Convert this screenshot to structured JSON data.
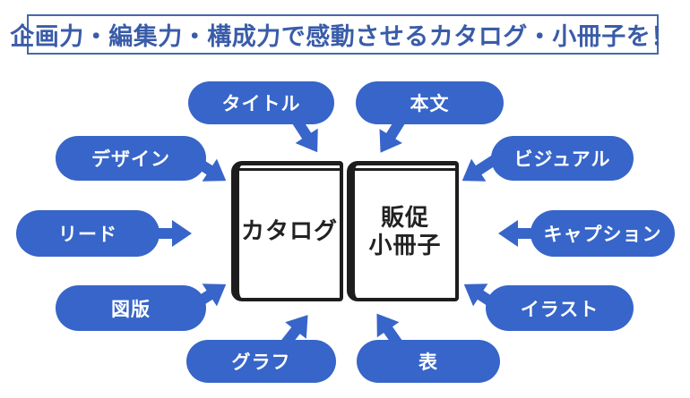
{
  "header": {
    "title": "企画力・編集力・構成力で感動させるカタログ・小冊子を！"
  },
  "books": {
    "catalog": {
      "label": "カタログ"
    },
    "booklet": {
      "label_line1": "販促",
      "label_line2": "小冊子"
    }
  },
  "labels": {
    "title": {
      "text": "タイトル"
    },
    "body": {
      "text": "本文"
    },
    "design": {
      "text": "デザイン"
    },
    "visual": {
      "text": "ビジュアル"
    },
    "lead": {
      "text": "リード"
    },
    "caption": {
      "text": "キャプション"
    },
    "figure": {
      "text": "図版"
    },
    "illustration": {
      "text": "イラスト"
    },
    "graph": {
      "text": "グラフ"
    },
    "table": {
      "text": "表"
    }
  },
  "colors": {
    "accent": "#3765C9",
    "title_text": "#3A5CA8",
    "title_border": "#4468AE",
    "book_border": "#1D1D1D",
    "book_text": "#222222"
  }
}
